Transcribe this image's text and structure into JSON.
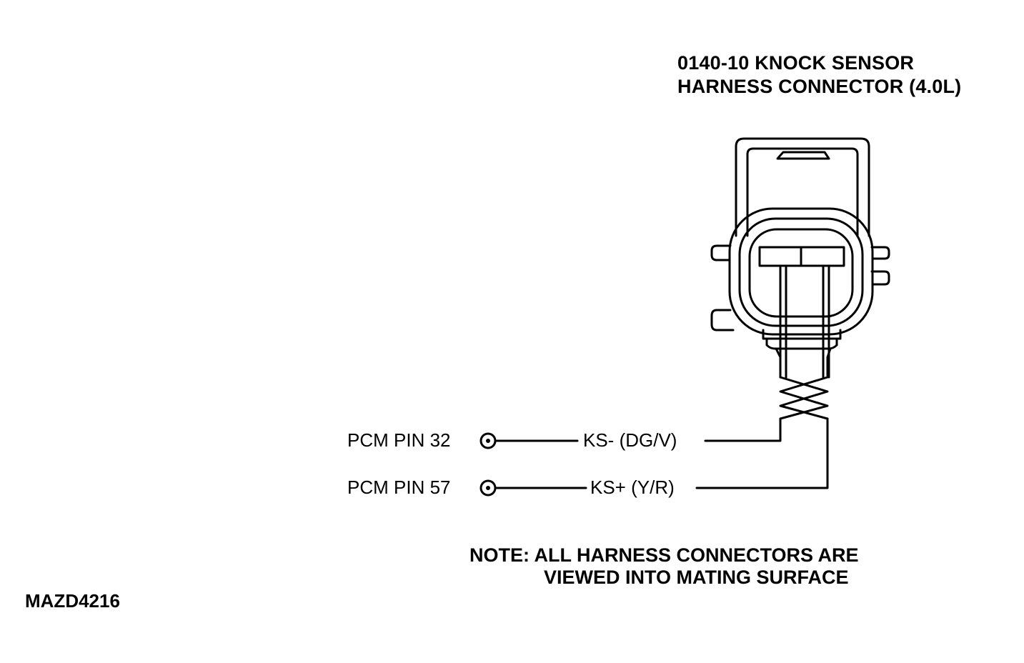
{
  "title": {
    "line1": "0140-10 KNOCK SENSOR",
    "line2": "HARNESS CONNECTOR (4.0L)"
  },
  "wires": [
    {
      "pcm_label": "PCM PIN 32",
      "wire_label": "KS- (DG/V)"
    },
    {
      "pcm_label": "PCM PIN 57",
      "wire_label": "KS+ (Y/R)"
    }
  ],
  "note": {
    "line1": "NOTE: ALL HARNESS CONNECTORS ARE",
    "line2": "VIEWED INTO MATING SURFACE"
  },
  "figure_id": "MAZD4216"
}
